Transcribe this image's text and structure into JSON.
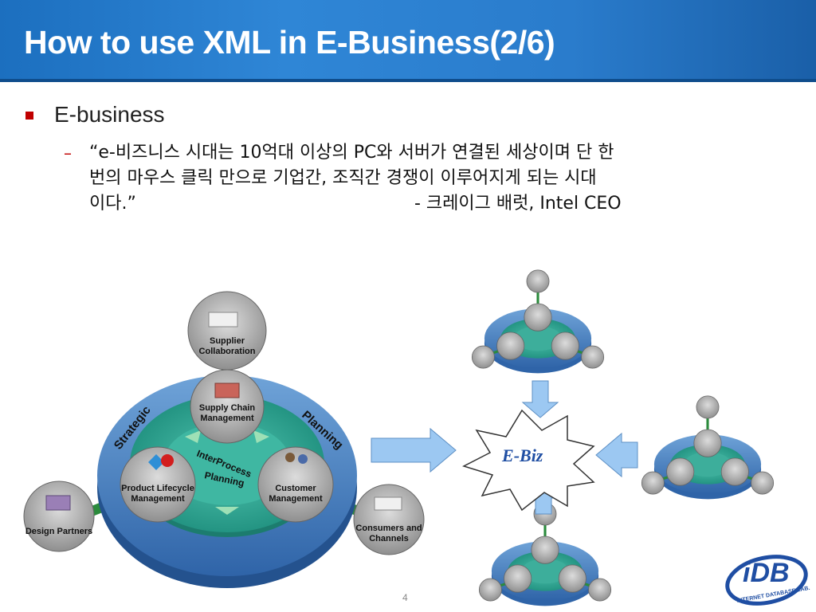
{
  "slide": {
    "title": "How to use XML in E-Business(2/6)",
    "bullet1": "E-business",
    "dash": "–",
    "quote_lines": [
      "“e-비즈니스 시대는 10억대 이상의 PC와 서버가 연결된 세상이며 단 한",
      "번의  마우스 클릭 만으로 기업간, 조직간 경쟁이 이루어지게 되는 시대",
      "이다.”"
    ],
    "attribution": "- 크레이그 배럿, Intel CEO",
    "page_number": "4"
  },
  "diagram": {
    "supplier": "Supplier",
    "collaboration": "Collaboration",
    "supply_chain_1": "Supply Chain",
    "supply_chain_2": "Management",
    "product_1": "Product Lifecycle",
    "product_2": "Management",
    "customer_1": "Customer",
    "customer_2": "Management",
    "design_partners": "Design Partners",
    "consumers_1": "Consumers and",
    "consumers_2": "Channels",
    "strategic": "Strategic",
    "planning": "Planning",
    "interprocess": "InterProcess",
    "planning_inner": "Planning",
    "ebiz_e": "E",
    "ebiz_rest": "-Biz"
  },
  "logo": {
    "text": "iDB",
    "ring_text": "INTERNET DATABASE LAB."
  },
  "colors": {
    "header": "#2a7ccc",
    "bullet": "#c00000",
    "ring_outer": "#4d86c4",
    "ring_inner": "#1f9a86",
    "arrow": "#9cc8f2",
    "ebiz_text": "#1f4ea3"
  }
}
